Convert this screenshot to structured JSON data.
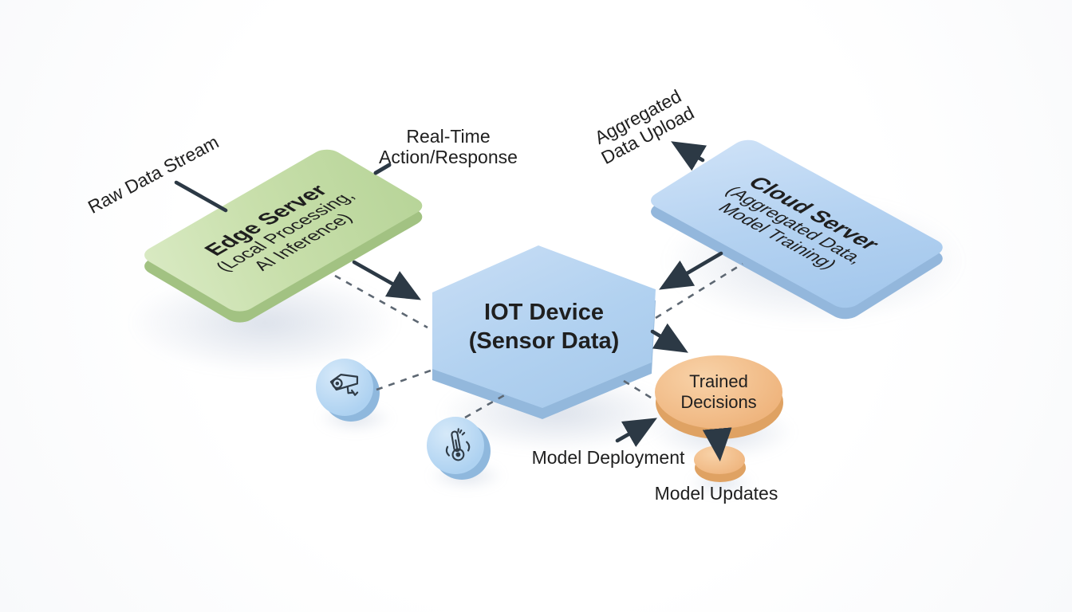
{
  "nodes": {
    "edge_server": {
      "title": "Edge Server",
      "sub1": "(Local Processing,",
      "sub2": "AI Inference)",
      "color": "#c8dfab"
    },
    "cloud_server": {
      "title": "Cloud Server",
      "sub1": "(Aggregated Data,",
      "sub2": "Model Training)",
      "color": "#b4d2f1"
    },
    "iot_device": {
      "title": "IOT Device",
      "subtitle": "(Sensor Data)",
      "color": "#b1d1f0"
    },
    "trained_decisions": {
      "line1": "Trained",
      "line2": "Decisions",
      "color": "#efb57e"
    },
    "model_updates_node": {
      "color": "#efb57e"
    }
  },
  "labels": {
    "raw_data_stream": "Raw Data Stream",
    "real_time_line1": "Real-Time",
    "real_time_line2": "Action/Response",
    "aggregated_line1": "Aggregated",
    "aggregated_line2": "Data Upload",
    "model_deployment": "Model Deployment",
    "model_updates": "Model Updates"
  },
  "icons": {
    "camera": "cctv-camera-icon",
    "thermometer": "temperature-sensor-icon"
  },
  "colors": {
    "arrow": "#2c3945",
    "dashed_line": "#5d6772",
    "edge_side": "#a2c282",
    "blue_side": "#93b8dc",
    "orange_side": "#dfa263"
  }
}
